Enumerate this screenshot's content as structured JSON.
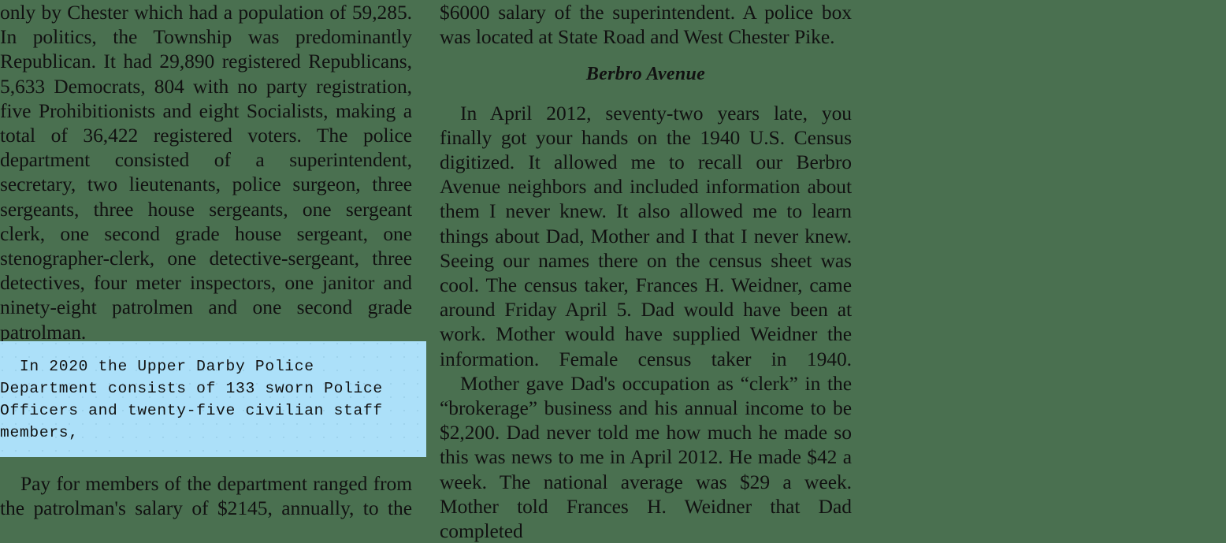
{
  "page": {
    "background_color": "#4a7050",
    "text_color": "#111111",
    "layout": "two-column",
    "highlight_color": "#ace0f9"
  },
  "left_column": {
    "paragraph_continued": "only by Chester which had a population of 59,285. In politics, the Township was predominantly Republican. It had 29,890 registered Republicans, 5,633 Democrats, 804 with no party registration, five Prohibitionists and eight Socialists, making a total of 36,422 registered voters. The police department consisted of a superintendent, secretary, two lieutenants, police surgeon, three sergeants, three house sergeants, one sergeant clerk, one second grade house sergeant, one stenographer-clerk, one detective-sergeant, three detectives, four meter inspectors, one janitor and ninety-eight patrolmen and one second grade patrolman.",
    "callout_text": "  In 2020 the Upper Darby Police Department consists of 133 sworn Police Officers and twenty-five civilian staff members,",
    "paragraph_after_callout": "Pay for members of the department ranged from the patrolman's salary of $2145, annually, to the"
  },
  "right_column": {
    "paragraph_continued": "$6000 salary of the superintendent. A police box was located at State Road and West Chester Pike.",
    "section_heading": "Berbro Avenue",
    "paragraph_1": "In April 2012, seventy-two years late, you finally got your hands on the 1940 U.S. Census digitized. It allowed me to recall our Berbro Avenue neighbors and included information about them I never knew. It also allowed me to learn things about Dad, Mother and I that I never knew. Seeing our names there on the census sheet was cool. The census taker, Frances H. Weidner, came around Friday April 5. Dad would have been at work. Mother would have supplied Weidner the information. Female census taker in 1940.",
    "paragraph_2": "Mother gave Dad's occupation as “clerk” in the “brokerage” business and his annual income to be $2,200. Dad never told me how much he made so this was news to me in April 2012. He made $42 a week. The national average was $29 a week. Mother told Frances H. Weidner that Dad completed"
  }
}
